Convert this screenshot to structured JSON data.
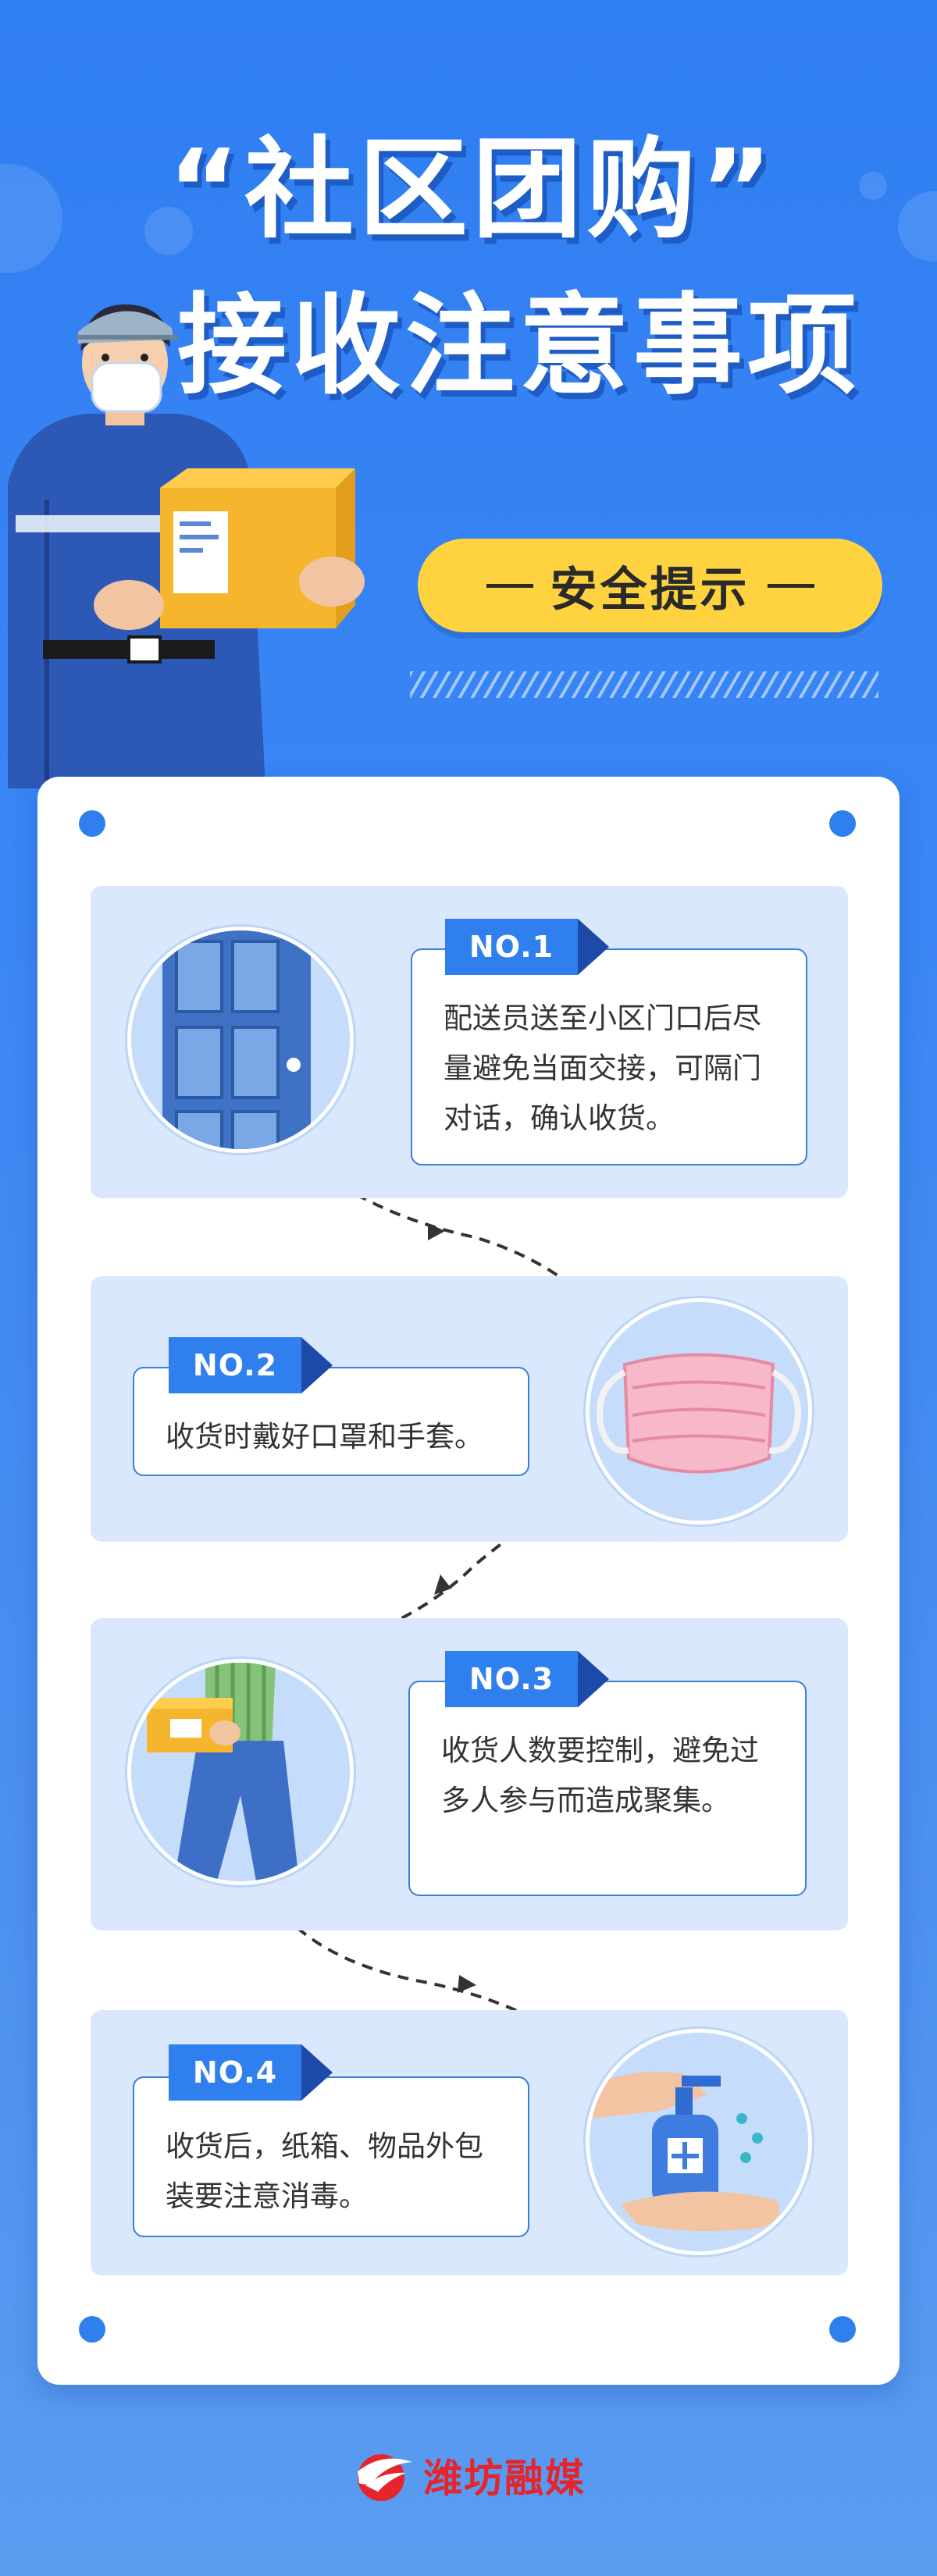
{
  "header": {
    "title_line1": "“社区团购”",
    "title_line2": "接收注意事项",
    "badge": "安全提示"
  },
  "steps": [
    {
      "tag": "NO.1",
      "text": "配送员送至小区门口后尽量避免当面交接，可隔门对话，确认收货。",
      "icon": "door-icon"
    },
    {
      "tag": "NO.2",
      "text": "收货时戴好口罩和手套。",
      "icon": "mask-icon"
    },
    {
      "tag": "NO.3",
      "text": "收货人数要控制，避免过多人参与而造成聚集。",
      "icon": "walking-delivery-icon"
    },
    {
      "tag": "NO.4",
      "text": "收货后，纸箱、物品外包装要注意消毒。",
      "icon": "hand-sanitizer-icon"
    }
  ],
  "footer": {
    "brand": "潍坊融媒"
  },
  "colors": {
    "primary": "#2f80ee",
    "accent": "#ffd33f",
    "brand_red": "#e4262c",
    "panel": "#d9e8fd"
  }
}
